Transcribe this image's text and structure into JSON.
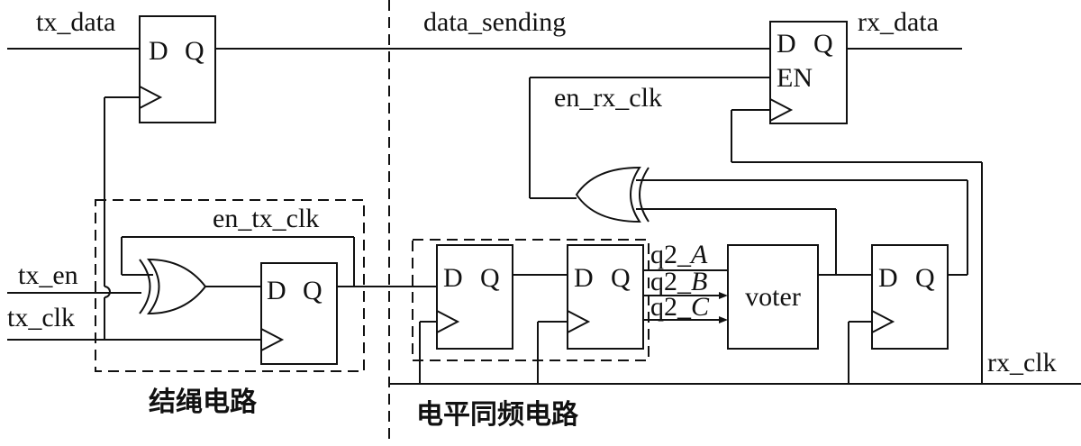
{
  "signals": {
    "tx_data": "tx_data",
    "data_sending": "data_sending",
    "rx_data": "rx_data",
    "en_rx_clk": "en_rx_clk",
    "en_tx_clk": "en_tx_clk",
    "tx_en": "tx_en",
    "tx_clk": "tx_clk",
    "q2_prefix": "q2_",
    "q2_a": "A",
    "q2_b": "B",
    "q2_c": "C",
    "rx_clk": "rx_clk"
  },
  "pins": {
    "d": "D",
    "q": "Q",
    "en": "EN"
  },
  "blocks": {
    "voter": "voter"
  },
  "regions": {
    "left": "结绳电路",
    "right": "电平同频电路"
  }
}
